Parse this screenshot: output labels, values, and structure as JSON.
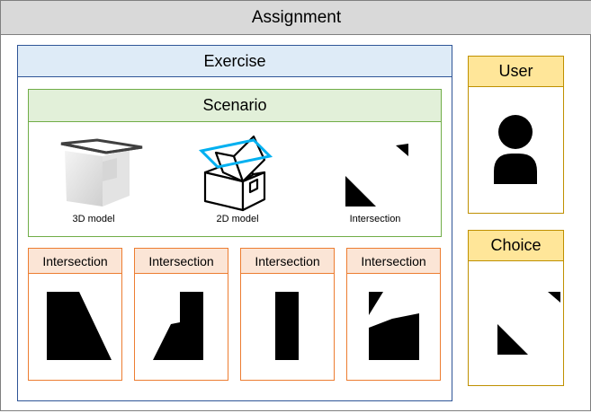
{
  "assignment": {
    "title": "Assignment"
  },
  "exercise": {
    "title": "Exercise"
  },
  "scenario": {
    "title": "Scenario",
    "items": [
      {
        "caption": "3D model",
        "icon": "3d-model-icon"
      },
      {
        "caption": "2D model",
        "icon": "2d-model-icon"
      },
      {
        "caption": "Intersection",
        "icon": "intersection-icon"
      }
    ]
  },
  "options": [
    {
      "label": "Intersection",
      "icon": "trapezoid-shape-icon"
    },
    {
      "label": "Intersection",
      "icon": "slanted-block-shape-icon"
    },
    {
      "label": "Intersection",
      "icon": "rectangle-shape-icon"
    },
    {
      "label": "Intersection",
      "icon": "notched-shape-icon"
    }
  ],
  "user": {
    "title": "User",
    "icon": "user-icon"
  },
  "choice": {
    "title": "Choice",
    "icon": "triangles-choice-icon"
  },
  "colors": {
    "assignment_header": "#d9d9d9",
    "exercise_header": "#deebf7",
    "exercise_border": "#2f5597",
    "scenario_header": "#e2f0d9",
    "scenario_border": "#70ad47",
    "option_header": "#fbe5d6",
    "option_border": "#ed7d31",
    "side_header": "#ffe699",
    "side_border": "#bf9000",
    "plane_highlight": "#00b0f0"
  }
}
